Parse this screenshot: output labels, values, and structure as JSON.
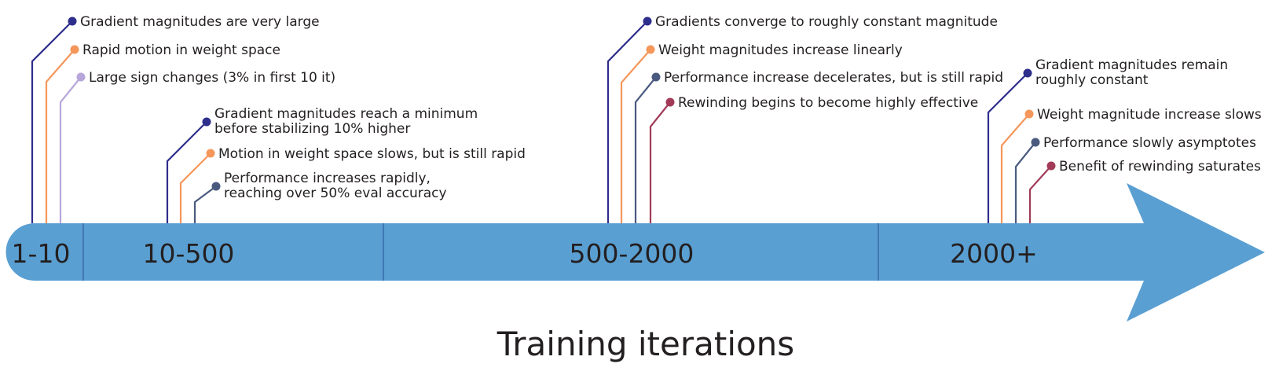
{
  "colors": {
    "arrow": "#5a9fd2",
    "divider": "#2f5d9e",
    "navy": "#2e2e8c",
    "orange": "#f5965a",
    "lavender": "#b7a6da",
    "slate": "#4a5a7f",
    "maroon": "#a23a57",
    "text": "#231f20"
  },
  "axis_title": "Training iterations",
  "segments": [
    {
      "label": "1-10",
      "annotations": [
        {
          "lines": [
            "Gradient magnitudes are very large"
          ],
          "color": "navy"
        },
        {
          "lines": [
            "Rapid motion in weight space"
          ],
          "color": "orange"
        },
        {
          "lines": [
            "Large sign changes (3% in first 10 it)"
          ],
          "color": "lavender"
        }
      ]
    },
    {
      "label": "10-500",
      "annotations": [
        {
          "lines": [
            "Gradient magnitudes reach a minimum",
            "before stabilizing 10% higher"
          ],
          "color": "navy"
        },
        {
          "lines": [
            "Motion in weight space slows, but is still rapid"
          ],
          "color": "orange"
        },
        {
          "lines": [
            "Performance increases rapidly,",
            "reaching over 50% eval accuracy"
          ],
          "color": "slate"
        }
      ]
    },
    {
      "label": "500-2000",
      "annotations": [
        {
          "lines": [
            "Gradients converge to roughly constant magnitude"
          ],
          "color": "navy"
        },
        {
          "lines": [
            "Weight magnitudes increase linearly"
          ],
          "color": "orange"
        },
        {
          "lines": [
            "Performance increase decelerates, but is still rapid"
          ],
          "color": "slate"
        },
        {
          "lines": [
            "Rewinding begins to become highly effective"
          ],
          "color": "maroon"
        }
      ]
    },
    {
      "label": "2000+",
      "annotations": [
        {
          "lines": [
            "Gradient magnitudes remain",
            "roughly constant"
          ],
          "color": "navy"
        },
        {
          "lines": [
            "Weight magnitude increase slows"
          ],
          "color": "orange"
        },
        {
          "lines": [
            "Performance slowly asymptotes"
          ],
          "color": "slate"
        },
        {
          "lines": [
            "Benefit of rewinding saturates"
          ],
          "color": "maroon"
        }
      ]
    }
  ]
}
